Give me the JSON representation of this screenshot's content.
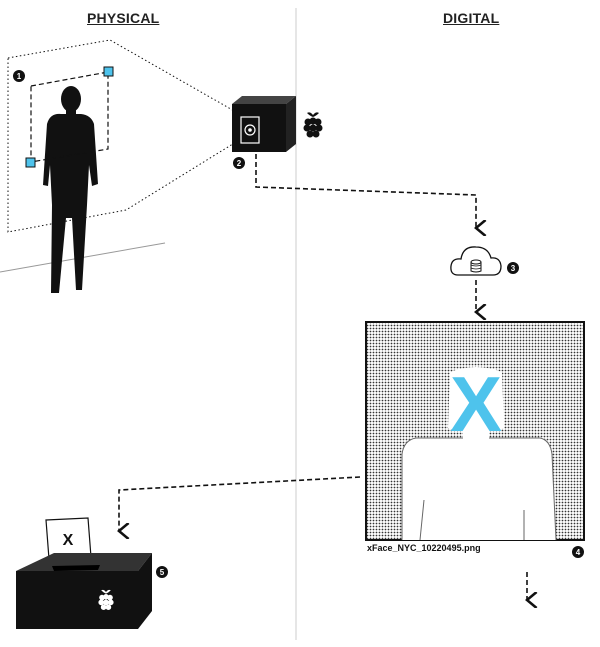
{
  "headings": {
    "physical": "PHYSICAL",
    "digital": "DIGITAL"
  },
  "steps": [
    {
      "num": "1"
    },
    {
      "num": "2"
    },
    {
      "num": "3"
    },
    {
      "num": "4"
    },
    {
      "num": "5"
    }
  ],
  "image_caption": "xFace_NYC_10220495.png",
  "face_mark": "X",
  "ballot_mark": "X",
  "colors": {
    "accent": "#4ec3ec",
    "ink": "#111111",
    "divider": "#cccccc"
  },
  "icons": {
    "camera": "camera-box-icon",
    "raspberry": "raspberry-pi-icon",
    "cloud": "cloud-database-icon",
    "ballot_box": "ballot-box-icon"
  }
}
